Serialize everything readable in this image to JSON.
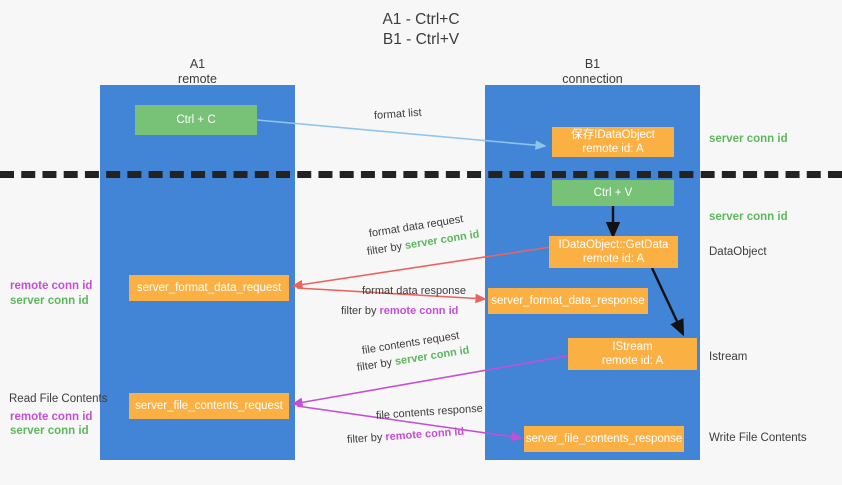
{
  "title": {
    "line1": "A1 - Ctrl+C",
    "line2": "B1 - Ctrl+V"
  },
  "columns": {
    "left": {
      "name": "A1",
      "sub": "remote"
    },
    "right": {
      "name": "B1",
      "sub": "connection"
    }
  },
  "boxes": {
    "ctrl_c": {
      "line1": "Ctrl + C"
    },
    "ctrl_v": {
      "line1": "Ctrl + V"
    },
    "save_dataobject": {
      "line1": "保存IDataObject",
      "line2": "remote id: A"
    },
    "getdata": {
      "line1": "IDataObject::GetData",
      "line2": "remote id: A"
    },
    "istream": {
      "line1": "IStream",
      "line2": "remote id: A"
    },
    "server_format_data_request": {
      "line1": "server_format_data_request"
    },
    "server_format_data_response": {
      "line1": "server_format_data_response"
    },
    "server_file_contents_request": {
      "line1": "server_file_contents_request"
    },
    "server_file_contents_response": {
      "line1": "server_file_contents_response"
    }
  },
  "right_labels": {
    "server_conn_id_1": "server conn id",
    "server_conn_id_2": "server conn id",
    "dataobject": "DataObject",
    "istream": "Istream",
    "write_file_contents": "Write File Contents"
  },
  "left_labels": {
    "remote_conn_id_1": "remote conn id",
    "server_conn_id_1": "server conn id",
    "read_file_contents": "Read File Contents",
    "remote_conn_id_2": "remote conn id",
    "server_conn_id_2": "server conn id"
  },
  "arrow_labels": {
    "format_list": "format list",
    "format_data_request": "format data request",
    "format_data_request_filter_prefix": "filter by ",
    "format_data_request_filter_value": "server conn id",
    "format_data_response": "format data response",
    "format_data_response_filter_prefix": "filter by ",
    "format_data_response_filter_value": "remote conn id",
    "file_contents_request": "file contents request",
    "file_contents_request_filter_prefix": "filter by ",
    "file_contents_request_filter_value": "server conn id",
    "file_contents_response": "file contents response",
    "file_contents_response_filter_prefix": "filter by ",
    "file_contents_response_filter_value": "remote conn id"
  },
  "colors": {
    "column_blue": "#4285d6",
    "box_green": "#77c276",
    "box_orange": "#fbb044",
    "arrow_lightblue": "#8ec5ea",
    "arrow_red": "#e8655f",
    "arrow_magenta": "#c44fd4",
    "arrow_black": "#111111",
    "text_green": "#5cb85c",
    "text_magenta": "#c44fd4",
    "divider_black": "#232323"
  }
}
